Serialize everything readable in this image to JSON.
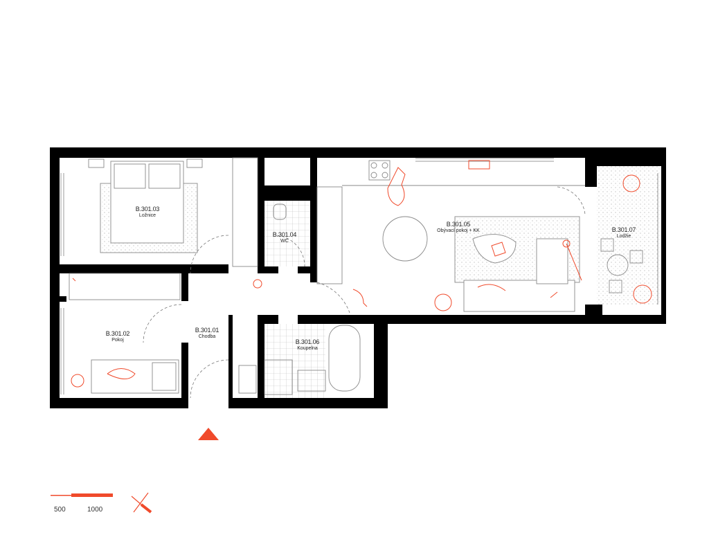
{
  "rooms": [
    {
      "code": "B.301.01",
      "name": "Chodba"
    },
    {
      "code": "B.301.02",
      "name": "Pokoj"
    },
    {
      "code": "B.301.03",
      "name": "Ložnice"
    },
    {
      "code": "B.301.04",
      "name": "WC"
    },
    {
      "code": "B.301.05",
      "name": "Obývací pokoj + KK"
    },
    {
      "code": "B.301.06",
      "name": "Koupelna"
    },
    {
      "code": "B.301.07",
      "name": "Lodžie"
    }
  ],
  "scale": {
    "left": "500",
    "right": "1000"
  },
  "colors": {
    "wall": "#000000",
    "accent": "#f04a2b",
    "furniture": "#9a9a9a"
  }
}
